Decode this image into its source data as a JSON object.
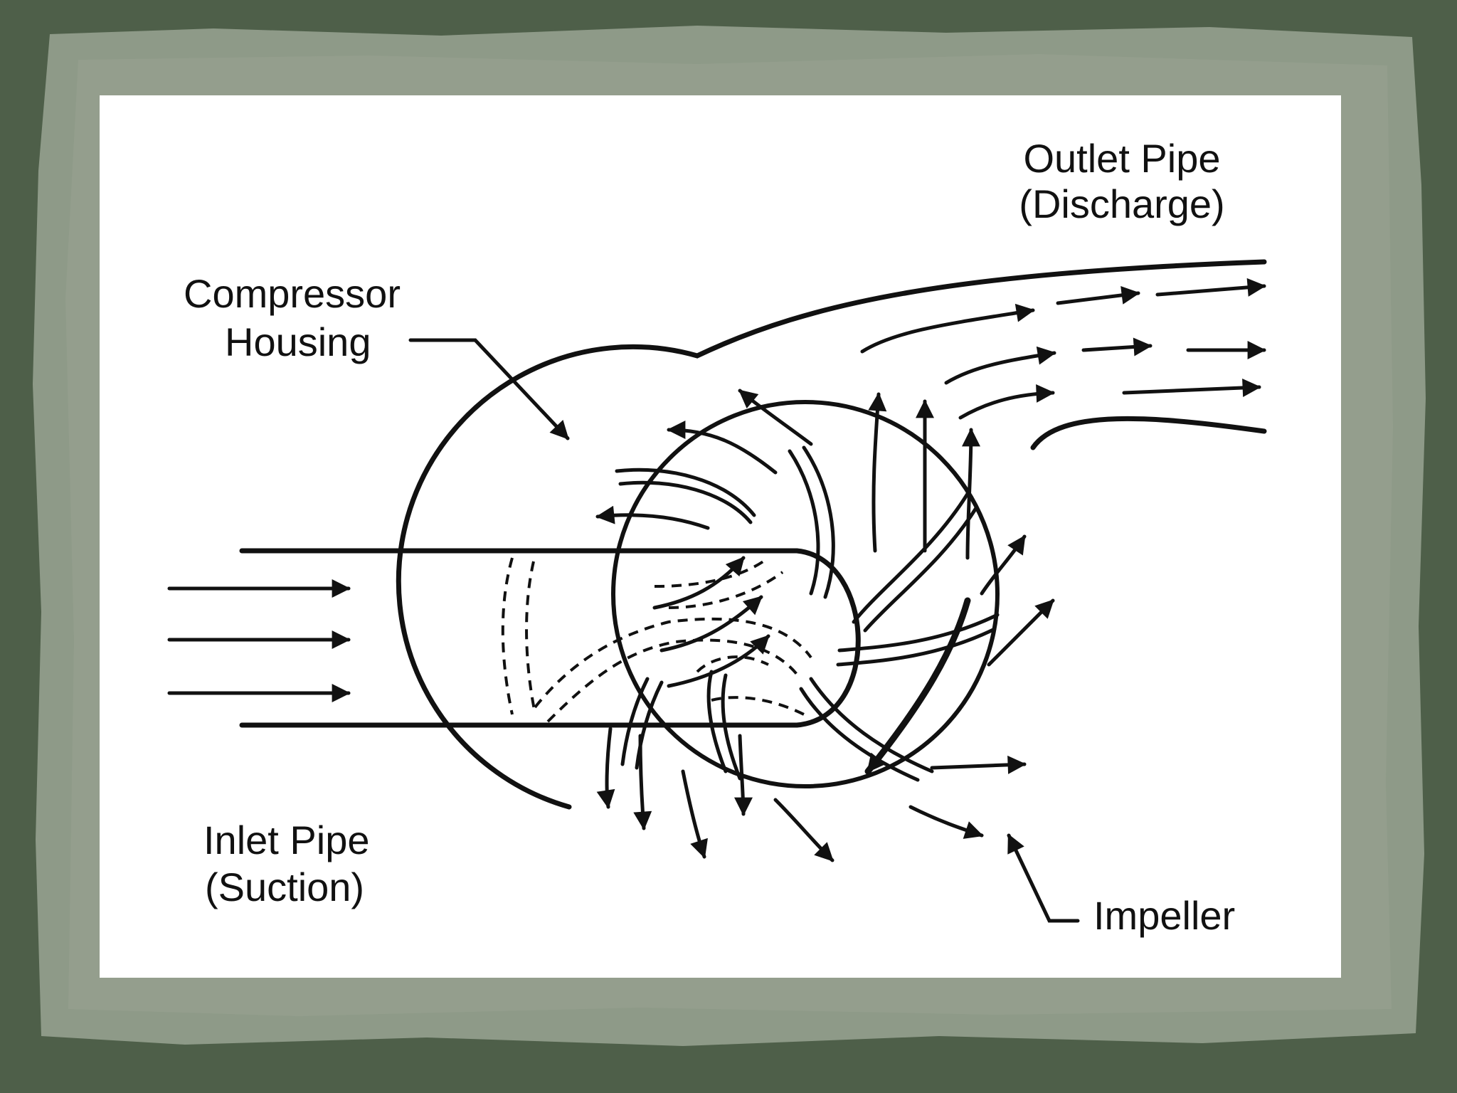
{
  "labels": {
    "outlet_line1": "Outlet Pipe",
    "outlet_line2": "(Discharge)",
    "housing_line1": "Compressor",
    "housing_line2": "Housing",
    "inlet_line1": "Inlet Pipe",
    "inlet_line2": "(Suction)",
    "impeller": "Impeller"
  },
  "colors": {
    "background": "#4e5f49",
    "mat": "#8e9a88",
    "card": "#ffffff",
    "ink": "#111111"
  }
}
